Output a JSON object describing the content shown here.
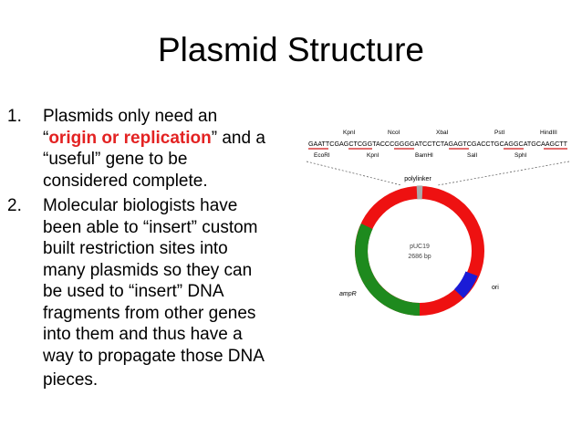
{
  "title": "Plasmid Structure",
  "list": [
    {
      "number": "1.",
      "lines": [
        {
          "parts": [
            "“",
            "origin or replication",
            "” and a"
          ]
        },
        "“useful” gene to be",
        "considered complete."
      ],
      "first_line": "Plasmids only need an"
    },
    {
      "number": "2.",
      "lines": [
        "Molecular biologists have",
        "been able to “insert” custom",
        "built restriction sites into",
        "many plasmids so they can",
        "be used to “insert” DNA",
        "fragments from other genes",
        "into them and thus have a",
        "way to propagate those DNA",
        "pieces."
      ]
    }
  ],
  "diagram": {
    "enzymes_top": [
      "KpnI",
      "NcoI",
      "XbaI",
      "PstI",
      "HindIII"
    ],
    "sequence": "GAATTCGAGCTCGGTACCCGGGGATCCTCTAGAGTCGACCTGCAGGCATGCAAGCTT",
    "enzymes_bottom": [
      "EcoRI",
      "KpnI",
      "BamHI",
      "SalI",
      "SphI"
    ],
    "polylinker_label": "polylinker",
    "plasmid_name": "pUC19",
    "plasmid_size": "2686 bp",
    "amp_label": "ampR",
    "ori_label": "ori",
    "colors": {
      "ring_main": "#ee1111",
      "ring_amp": "#1e8a1e",
      "ring_ori": "#1b1bd6",
      "ring_polylinker": "#aaaaaa",
      "highlight_text": "#e32222"
    }
  }
}
